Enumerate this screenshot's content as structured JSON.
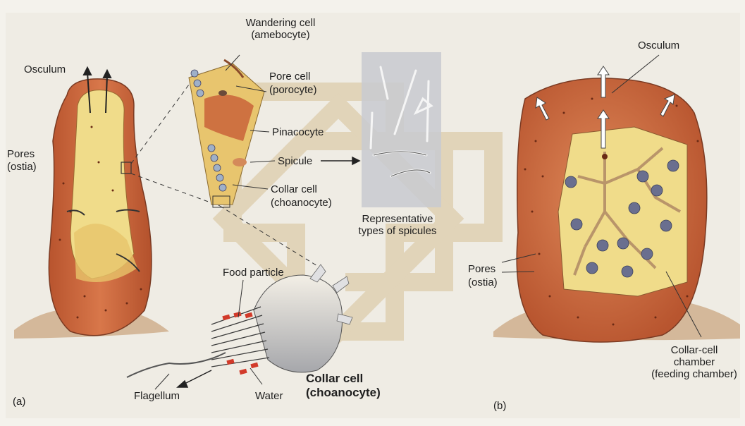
{
  "panels": {
    "a": "(a)",
    "b": "(b)"
  },
  "labels": {
    "osculum_a": "Osculum",
    "pores_a_1": "Pores",
    "pores_a_2": "(ostia)",
    "wandering_1": "Wandering cell",
    "wandering_2": "(amebocyte)",
    "pore_cell_1": "Pore cell",
    "pore_cell_2": "(porocyte)",
    "pinacocyte": "Pinacocyte",
    "spicule": "Spicule",
    "collar_cell_1": "Collar cell",
    "collar_cell_2": "(choanocyte)",
    "spicule_types_1": "Representative",
    "spicule_types_2": "types of spicules",
    "food_particle": "Food particle",
    "flagellum": "Flagellum",
    "water": "Water",
    "collar_cell_big_1": "Collar cell",
    "collar_cell_big_2": "(choanocyte)",
    "osculum_b": "Osculum",
    "pores_b_1": "Pores",
    "pores_b_2": "(ostia)",
    "chamber_1": "Collar-cell",
    "chamber_2": "chamber",
    "chamber_3": "(feeding chamber)"
  },
  "colors": {
    "sponge_body": "#c9633a",
    "sponge_inner": "#f1e08e",
    "cell_layer": "#e8c56e",
    "choanocyte": "#c9c9cc",
    "food": "#d23a2a",
    "spicule_panel": "#c8cad0",
    "watermark": "#c8a86a"
  }
}
